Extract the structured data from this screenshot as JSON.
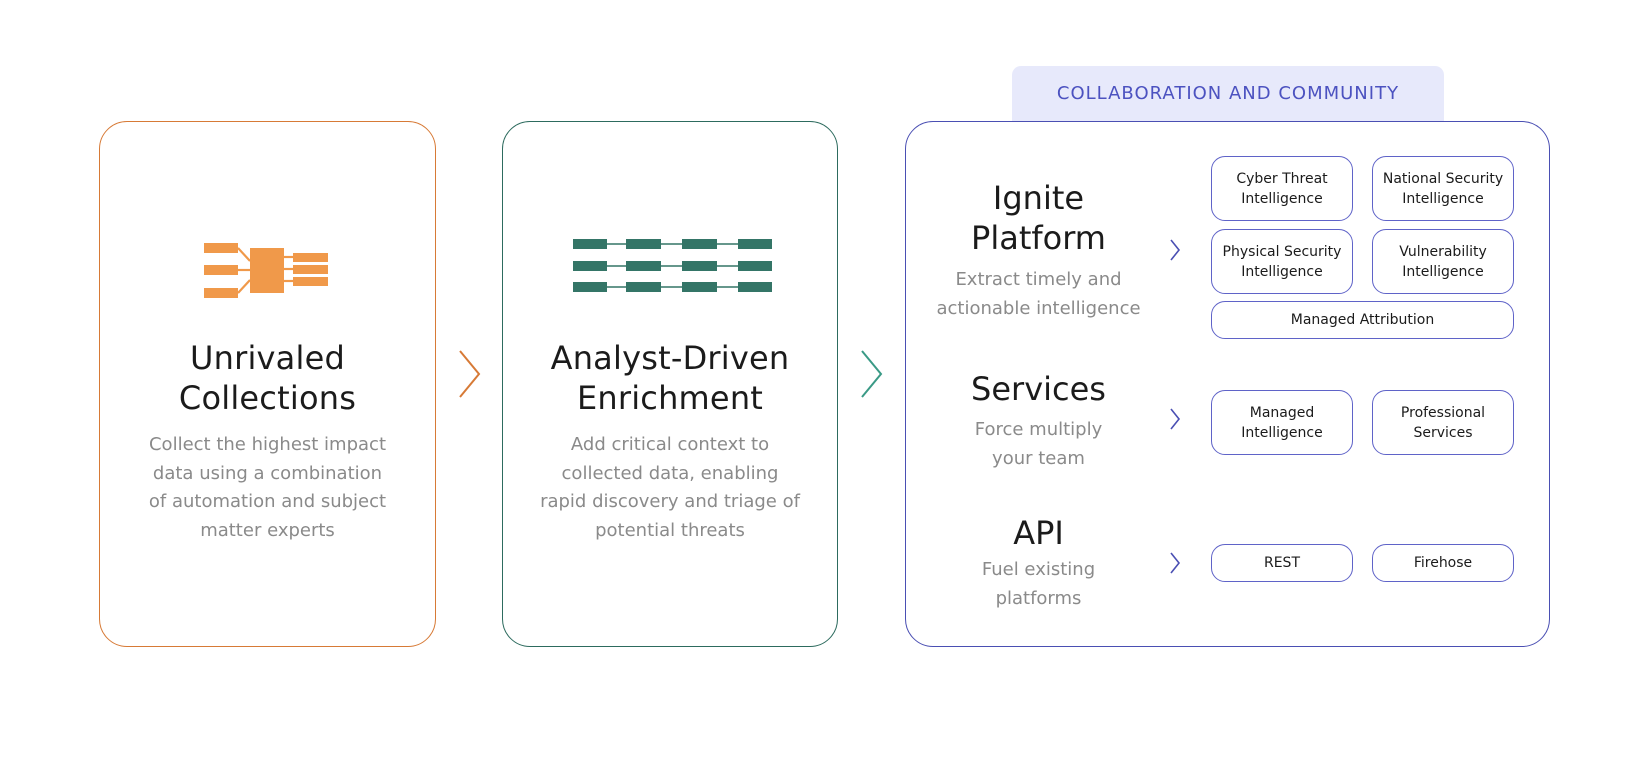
{
  "cards": {
    "collections": {
      "title_lines": [
        "Unrivaled",
        "Collections"
      ],
      "desc_lines": [
        "Collect the highest impact",
        "data using a combination",
        "of automation and subject",
        "matter experts"
      ]
    },
    "enrichment": {
      "title_lines": [
        "Analyst-Driven",
        "Enrichment"
      ],
      "desc_lines": [
        "Add critical context to",
        "collected data, enabling",
        "rapid discovery and triage of",
        "potential threats"
      ]
    }
  },
  "community": {
    "tab": "COLLABORATION AND COMMUNITY",
    "sections": {
      "ignite": {
        "title_lines": [
          "Ignite",
          "Platform"
        ],
        "desc_lines": [
          "Extract timely and",
          "actionable intelligence"
        ],
        "items": [
          [
            "Cyber Threat",
            "Intelligence"
          ],
          [
            "National Security",
            "Intelligence"
          ],
          [
            "Physical Security",
            "Intelligence"
          ],
          [
            "Vulnerability",
            "Intelligence"
          ],
          [
            "Managed Attribution"
          ]
        ]
      },
      "services": {
        "title_lines": [
          "Services"
        ],
        "desc_lines": [
          "Force multiply",
          "your team"
        ],
        "items": [
          [
            "Managed",
            "Intelligence"
          ],
          [
            "Professional",
            "Services"
          ]
        ]
      },
      "api": {
        "title_lines": [
          "API"
        ],
        "desc_lines": [
          "Fuel existing",
          "platforms"
        ],
        "items": [
          [
            "REST"
          ],
          [
            "Firehose"
          ]
        ]
      }
    }
  },
  "colors": {
    "collections": "#d77a36",
    "collections_icon": "#f0994a",
    "enrichment": "#2d6b5e",
    "enrichment_icon": "#347567",
    "community": "#4a4fb3",
    "tab_bg": "#e7e9fb",
    "tab_text": "#4c52c0"
  },
  "icons": {
    "collections": "collections-icon",
    "enrichment": "enrichment-icon",
    "flow": "chevron-right-icon"
  }
}
